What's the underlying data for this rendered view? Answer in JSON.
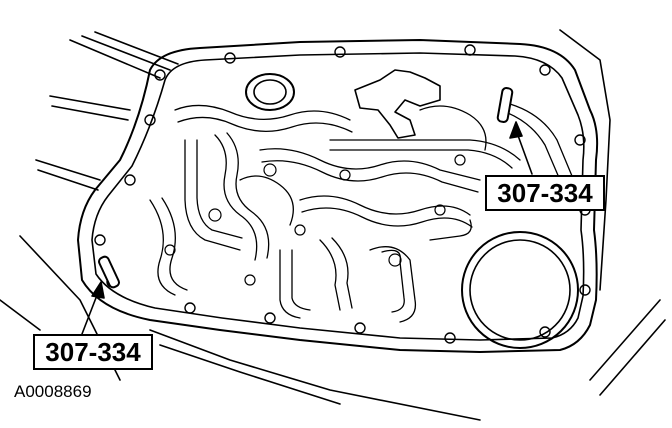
{
  "figure": {
    "id": "A0008869"
  },
  "callouts": [
    {
      "label": "307-334"
    },
    {
      "label": "307-334"
    }
  ]
}
